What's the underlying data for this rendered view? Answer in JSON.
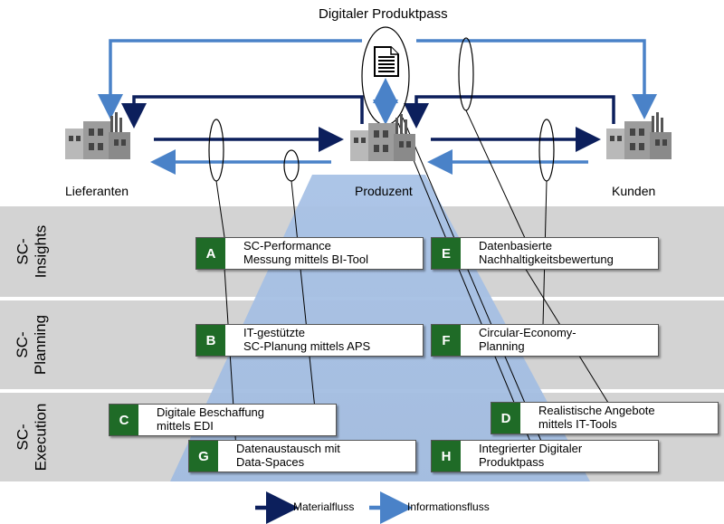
{
  "header": {
    "title": "Digitaler Produktpass"
  },
  "actors": {
    "supplier": "Lieferanten",
    "producer": "Produzent",
    "customer": "Kunden"
  },
  "bands": [
    {
      "label": "SC-\nInsights"
    },
    {
      "label": "SC-\nPlanning"
    },
    {
      "label": "SC-\nExecution"
    }
  ],
  "items": {
    "A": {
      "letter": "A",
      "text": "SC-Performance\nMessung mittels BI-Tool"
    },
    "B": {
      "letter": "B",
      "text": "IT-gestützte\nSC-Planung mittels APS"
    },
    "C": {
      "letter": "C",
      "text": "Digitale Beschaffung\nmittels EDI"
    },
    "D": {
      "letter": "D",
      "text": "Realistische Angebote\nmittels IT-Tools"
    },
    "E": {
      "letter": "E",
      "text": "Datenbasierte\nNachhaltigkeitsbewertung"
    },
    "F": {
      "letter": "F",
      "text": "Circular-Economy-\nPlanning"
    },
    "G": {
      "letter": "G",
      "text": "Datenaustausch mit\nData-Spaces"
    },
    "H": {
      "letter": "H",
      "text": "Integrierter Digitaler\nProduktpass"
    }
  },
  "legend": {
    "material": "Materialfluss",
    "information": "Informationsfluss"
  },
  "colors": {
    "material_flow": "#0c1f5c",
    "information_flow": "#4a82c8",
    "badge": "#1f6b27",
    "band": "#d3d3d3",
    "funnel": "#9db8de"
  },
  "icons": {
    "factory": "factory-icon",
    "document": "document-icon"
  }
}
